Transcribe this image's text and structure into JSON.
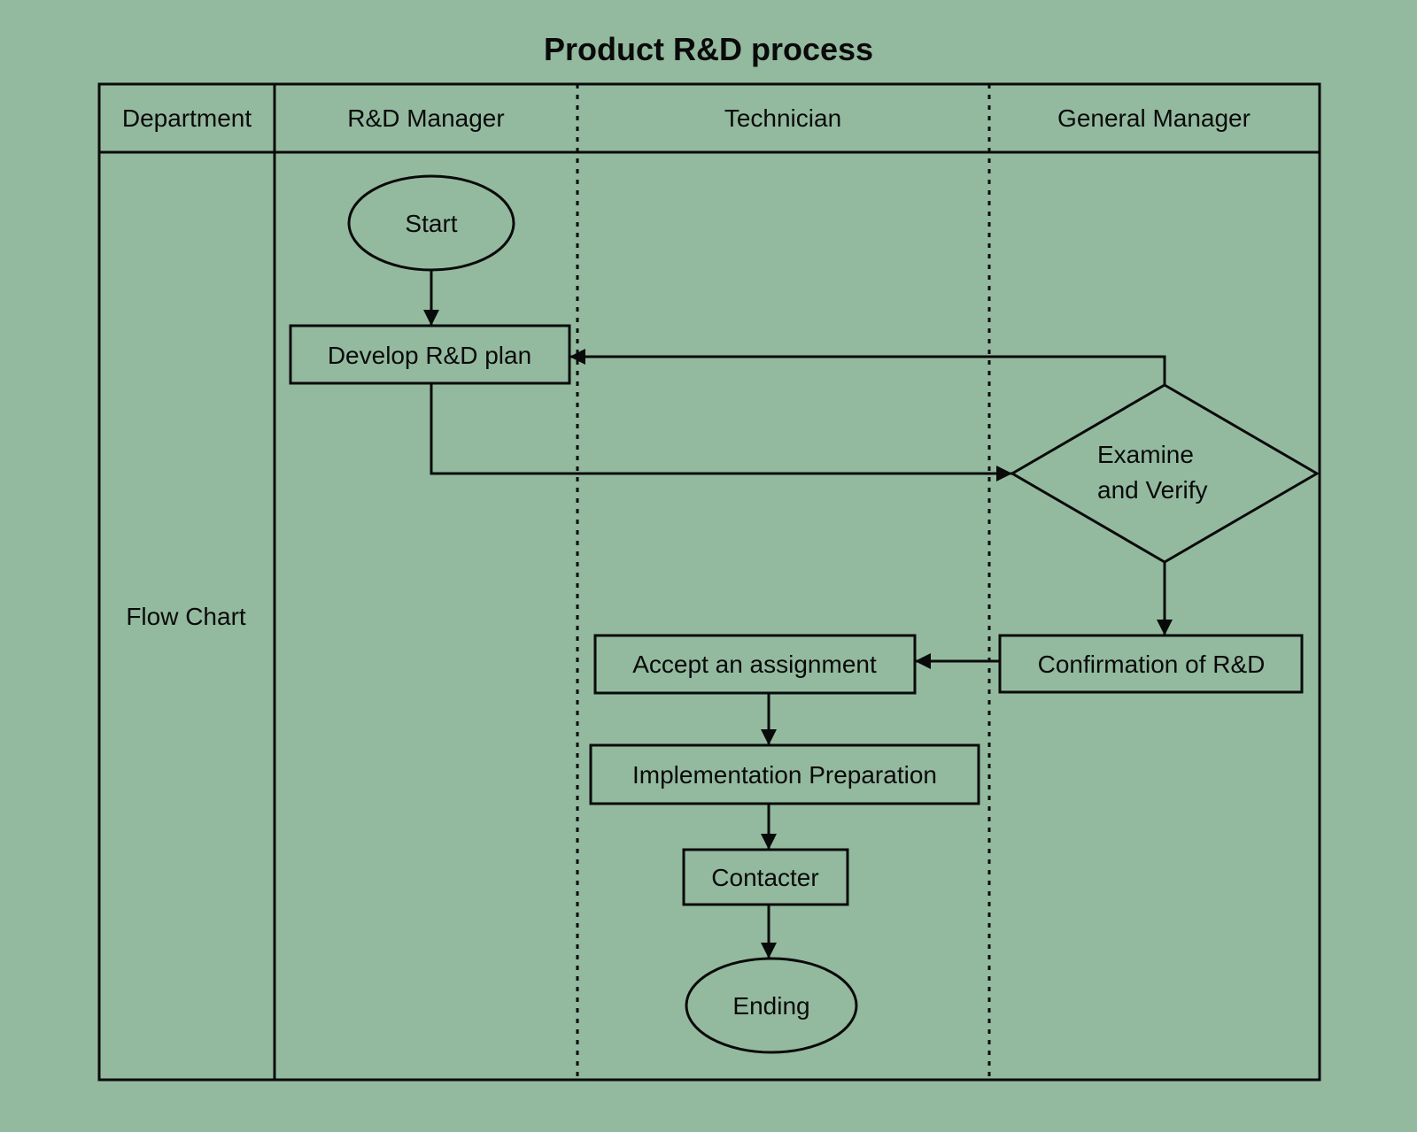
{
  "title": "Product R&D process",
  "colors": {
    "background": "#93BA9F",
    "line": "#0A0A0A"
  },
  "table": {
    "headers": {
      "department": "Department",
      "rd_manager": "R&D Manager",
      "technician": "Technician",
      "general_manager": "General Manager"
    },
    "row_label": "Flow Chart"
  },
  "flowchart": {
    "start": "Start",
    "develop_plan": "Develop R&D plan",
    "examine_line1": "Examine",
    "examine_line2": "and Verify",
    "confirmation": "Confirmation of R&D",
    "accept": "Accept an assignment",
    "implementation": "Implementation Preparation",
    "contacter": "Contacter",
    "ending": "Ending"
  }
}
